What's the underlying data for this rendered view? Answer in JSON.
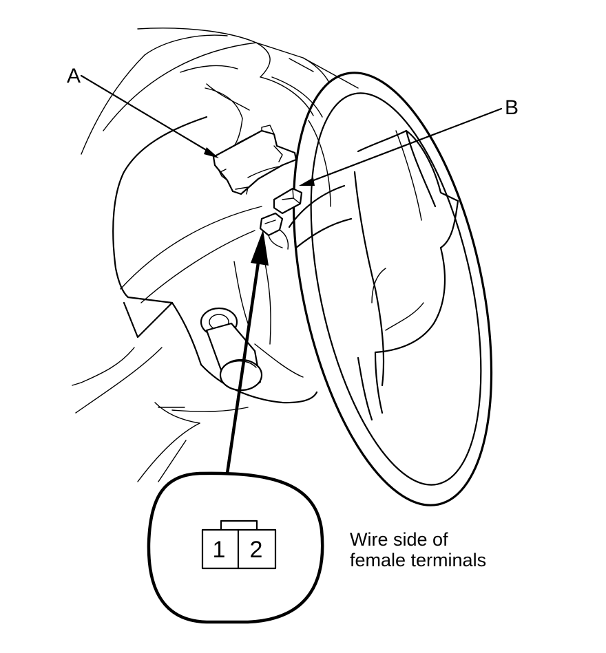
{
  "callouts": {
    "a": "A",
    "b": "B"
  },
  "connector": {
    "pin1": "1",
    "pin2": "2",
    "note_line1": "Wire side of",
    "note_line2": "female terminals"
  }
}
